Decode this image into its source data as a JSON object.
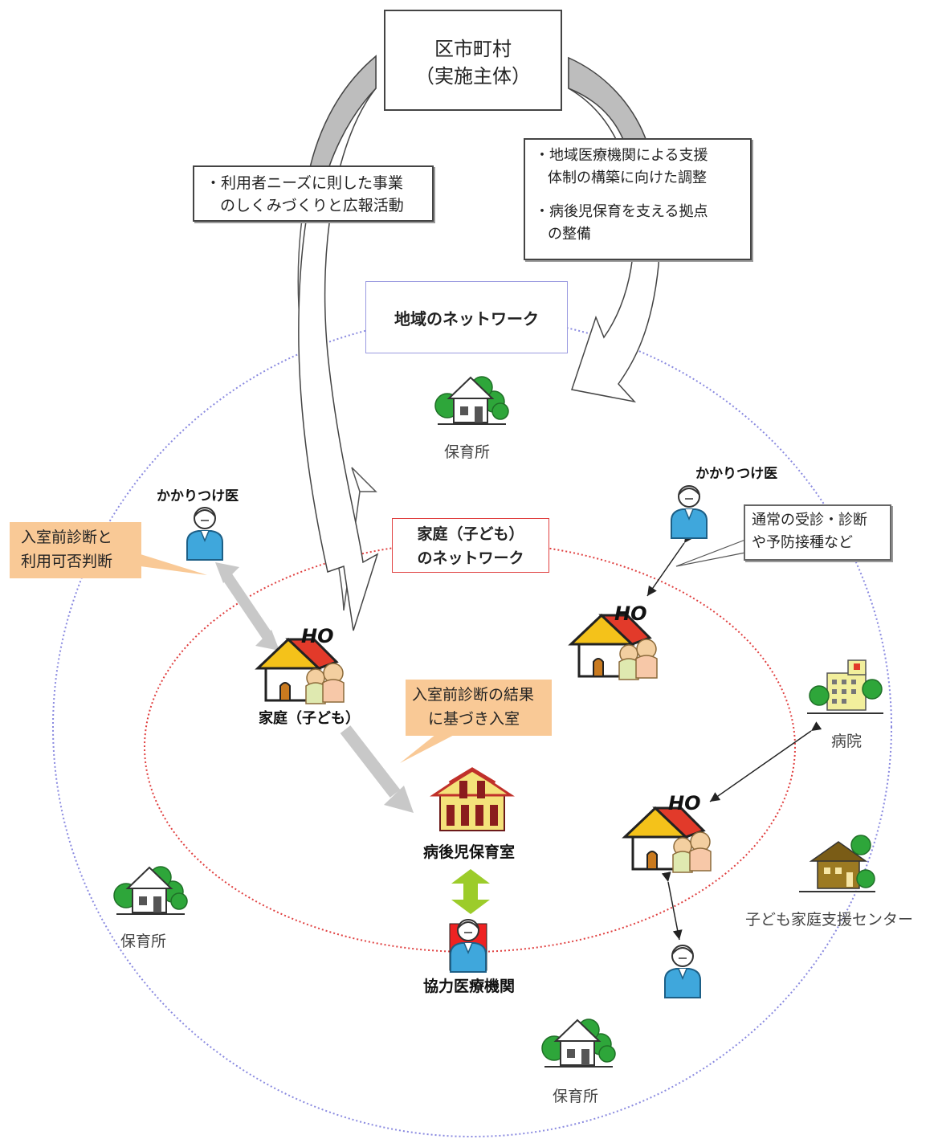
{
  "top_box": {
    "line1": "区市町村",
    "line2": "（実施主体）"
  },
  "left_note": {
    "line1": "・利用者ニーズに則した事業",
    "line2": "のしくみづくりと広報活動"
  },
  "right_note": {
    "line1": "・地域医療機関による支援",
    "line2": "体制の構築に向けた調整",
    "line3": "・病後児保育を支える拠点",
    "line4": "の整備"
  },
  "regional_network": "地域のネットワーク",
  "family_network": {
    "line1": "家庭（子ども）",
    "line2": "のネットワーク"
  },
  "nursery_label": "保育所",
  "family_doctor_label": "かかりつけ医",
  "pre_entry_note": {
    "line1": "入室前診断と",
    "line2": "利用可否判断"
  },
  "routine_note": {
    "line1": "通常の受診・診断",
    "line2": "や予防接種など"
  },
  "home_label": "家庭（子ども）",
  "house_sign": "HO",
  "entry_note": {
    "line1": "入室前診断の結果",
    "line2": "に基づき入室"
  },
  "sick_care_room": "病後児保育室",
  "hospital_label": "病院",
  "cooperating_medical": "協力医療機関",
  "child_family_center": "子ども家庭支援センター",
  "colors": {
    "outer_ellipse": "#8a8ae0",
    "inner_ellipse": "#e04040",
    "callout_orange": "#f9c996",
    "doctor_blue": "#3fa7dc",
    "house_red": "#e23a2a",
    "house_yellow": "#f4c21a",
    "tree_green": "#2ea63a",
    "green_arrow": "#9ccc2a",
    "gray_arrow": "#c8c8c8"
  }
}
